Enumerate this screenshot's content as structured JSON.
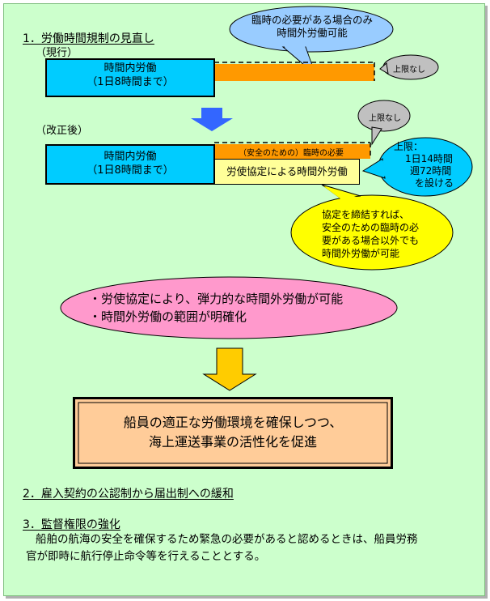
{
  "section1": {
    "title": "1．労働時間規制の見直し",
    "current_label": "（現行）",
    "current_box": [
      "時間内労働",
      "（1日8時間まで）"
    ],
    "current_bubble": [
      "臨時の必要がある場合のみ",
      "時間外労働可能"
    ],
    "current_limit": "上限なし",
    "revised_label": "（改正後）",
    "revised_box": [
      "時間内労働",
      "（1日8時間まで）"
    ],
    "revised_bar_label": "（安全のための）臨時の必要",
    "revised_agreement": "労使協定による時間外労働",
    "revised_limit_none": "上限なし",
    "revised_limit": [
      "上限：",
      "1日14時間",
      "週72時間",
      "を設ける"
    ],
    "yellow_bubble": [
      "協定を締結すれば、",
      "安全のための臨時の必",
      "要がある場合以外でも",
      "時間外労働が可能"
    ],
    "pink_points": [
      "・労使協定により、弾力的な時間外労働が可能",
      "・時間外労働の範囲が明確化"
    ],
    "result": [
      "船員の適正な労働環境を確保しつつ、",
      "海上運送事業の活性化を促進"
    ]
  },
  "section2": {
    "title": "2．雇入契約の公認制から届出制への緩和"
  },
  "section3": {
    "title": "3．監督権限の強化",
    "body": [
      "船舶の航海の安全を確保するため緊急の必要があると認めるときは、船員労務",
      "官が即時に航行停止命令等を行えることとする。"
    ]
  },
  "colors": {
    "background": "#ccffcc",
    "cyan": "#00ccff",
    "orange": "#ff9900",
    "blue_bubble": "#99ccff",
    "gray_bubble": "#c0c0c0",
    "yellow": "#ffff00",
    "agreement_box": "#ffff99",
    "pink": "#ff99cc",
    "result_fill": "#ffcc99",
    "arrow_blue": "#3366ff",
    "arrow_gold": "#ffcc00"
  }
}
